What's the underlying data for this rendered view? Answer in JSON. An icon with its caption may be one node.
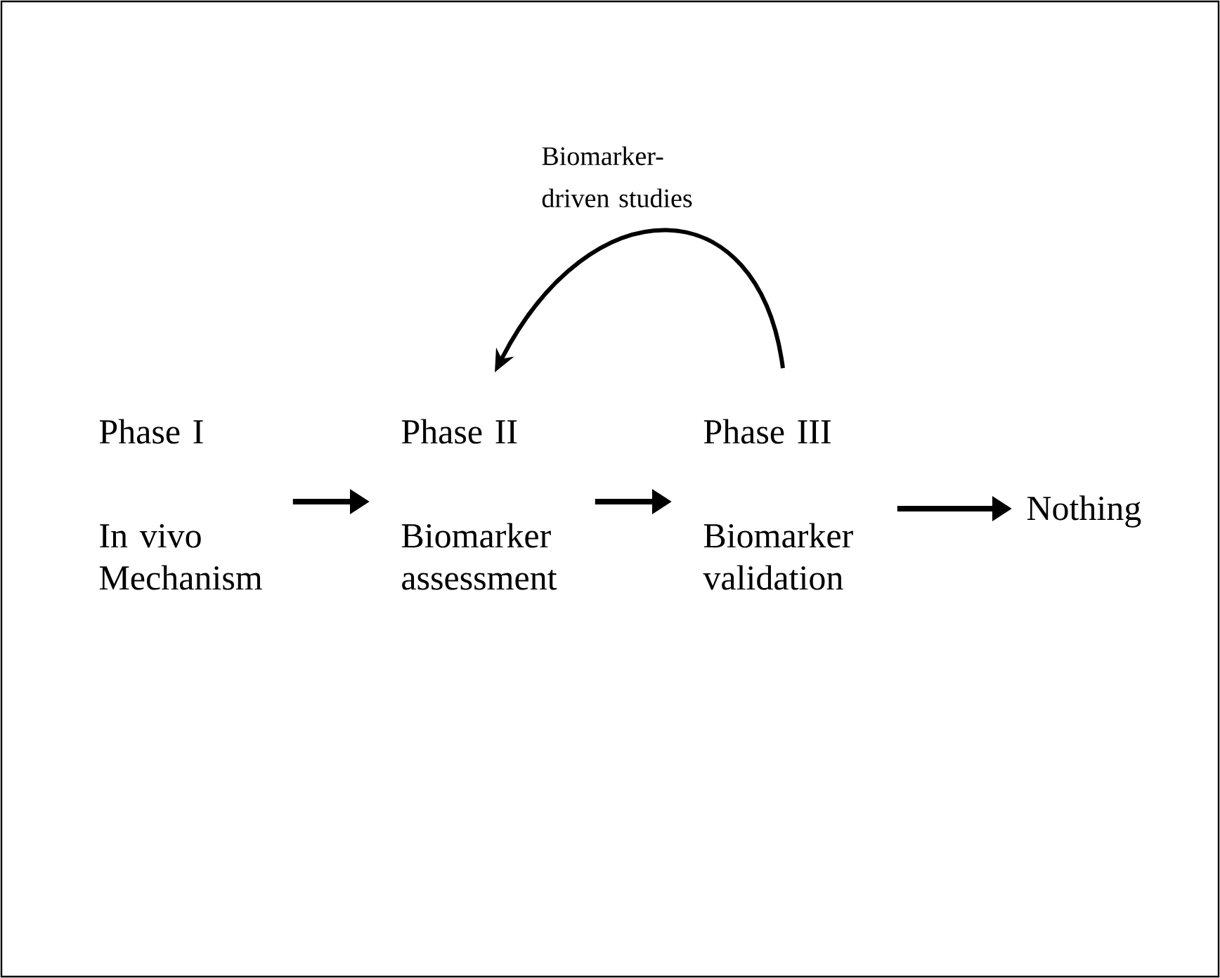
{
  "diagram": {
    "nodes": [
      {
        "text": [
          "Phase I",
          "In vivo Mechanism"
        ]
      },
      {
        "text": [
          "Phase II",
          "Biomarker assessment"
        ]
      },
      {
        "text": [
          "Phase III",
          "Biomarker validation"
        ]
      },
      {
        "text": [
          "Nothing"
        ]
      }
    ],
    "edges": [
      {
        "from": 0,
        "to": 1,
        "arrow": "to"
      },
      {
        "from": 1,
        "to": 2,
        "arrow": "to"
      },
      {
        "from": 2,
        "to": 3,
        "arrow": "to"
      },
      {
        "from": 2,
        "to": 1,
        "arrow": "to",
        "label": "Biomarker-driven studies"
      }
    ]
  }
}
